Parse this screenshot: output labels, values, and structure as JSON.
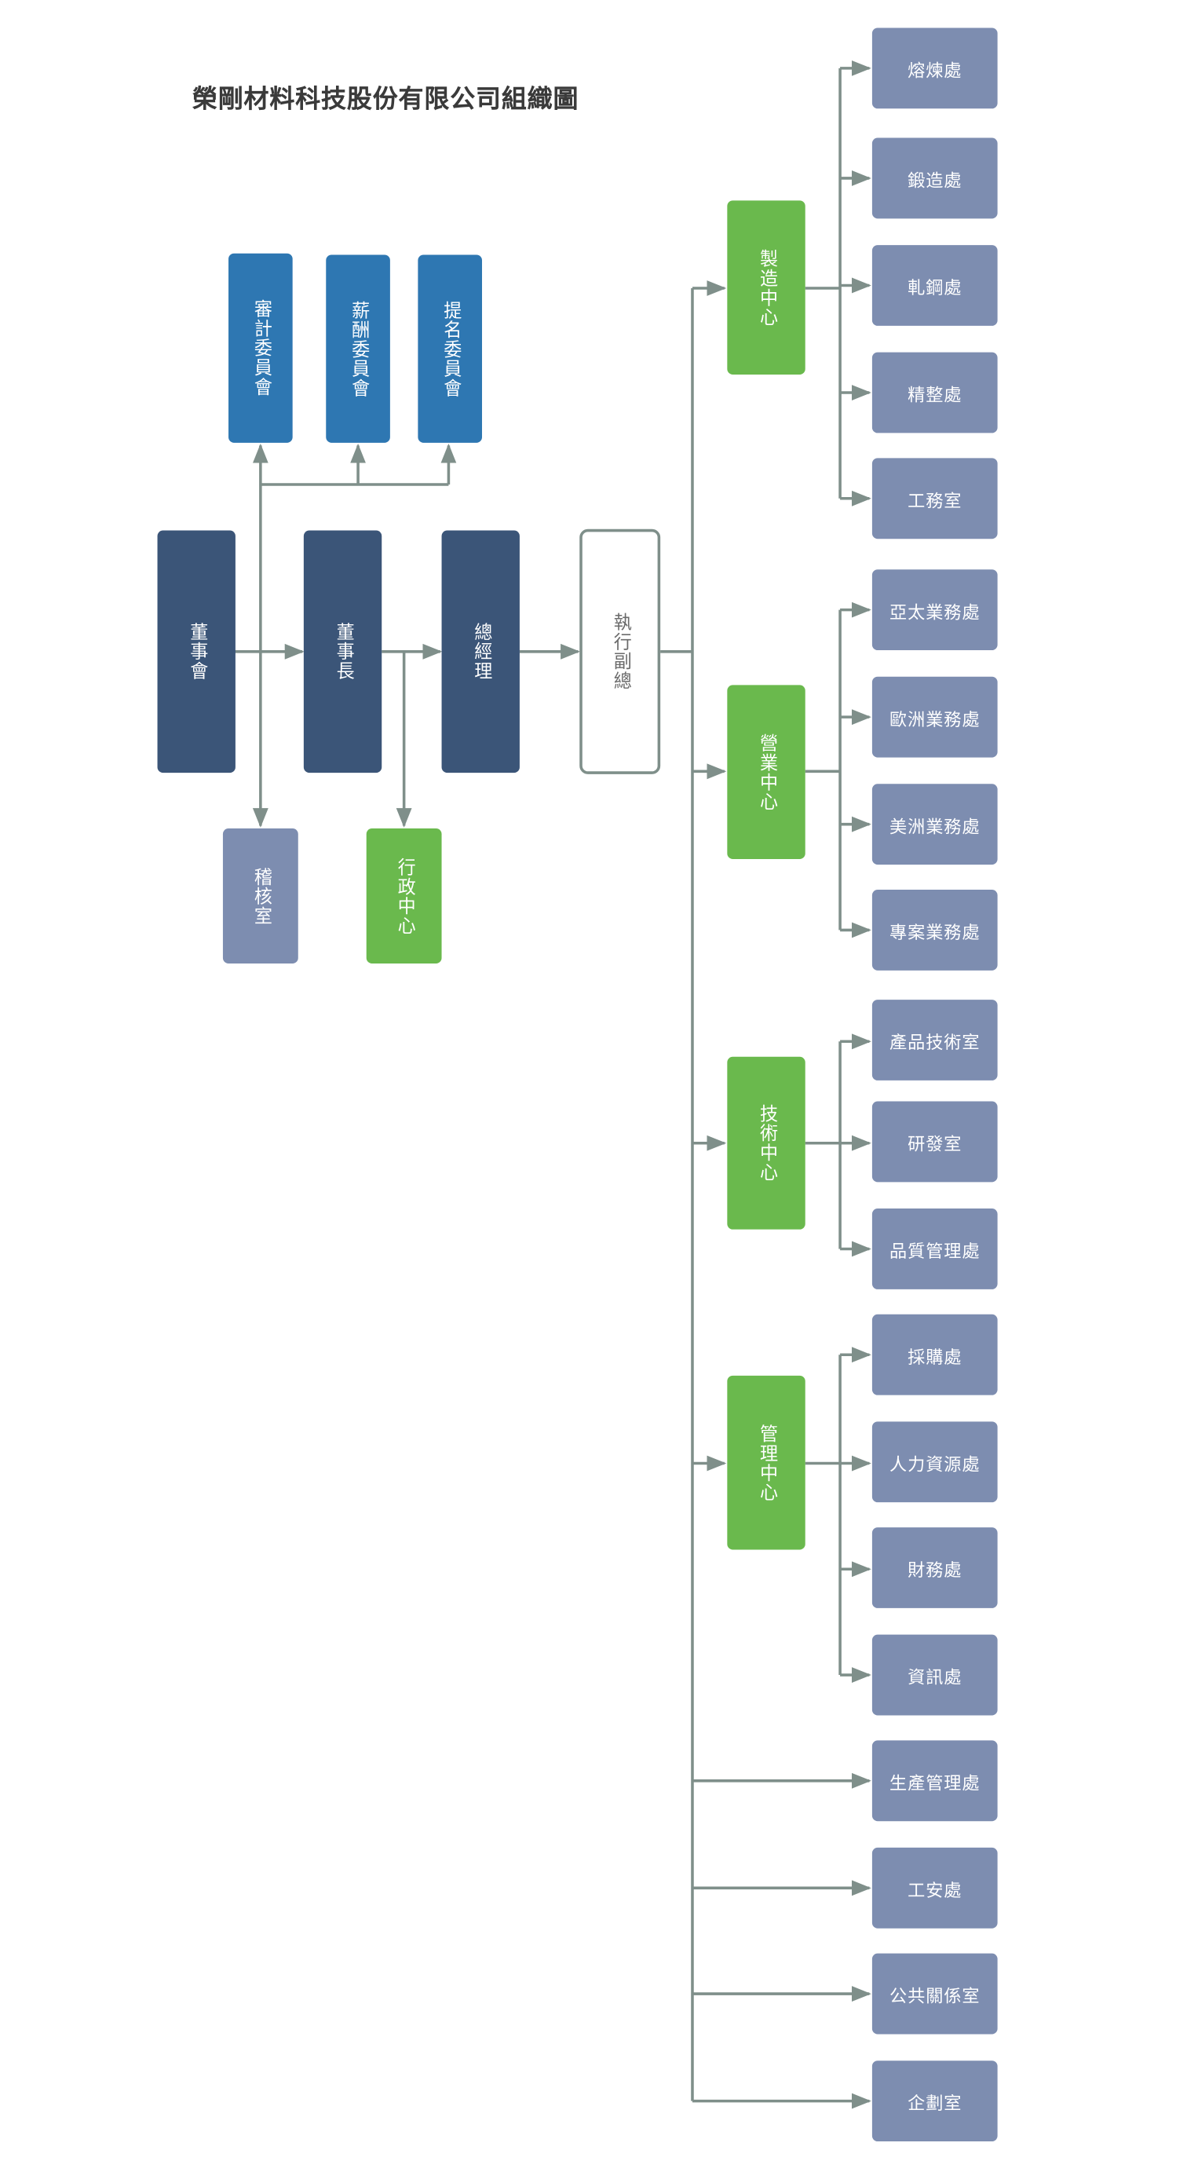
{
  "title": "榮剛材料科技股份有限公司組織圖",
  "top": {
    "board": "董事會",
    "chairman": "董事長",
    "president": "總經理",
    "evp": "執行副總",
    "audit_office": "稽核室",
    "admin_center": "行政中心"
  },
  "committees": [
    "審計委員會",
    "薪酬委員會",
    "提名委員會"
  ],
  "centers": [
    {
      "name": "製造中心",
      "units": [
        "熔煉處",
        "鍛造處",
        "軋鋼處",
        "精整處",
        "工務室"
      ]
    },
    {
      "name": "營業中心",
      "units": [
        "亞太業務處",
        "歐洲業務處",
        "美洲業務處",
        "專案業務處"
      ]
    },
    {
      "name": "技術中心",
      "units": [
        "產品技術室",
        "研發室",
        "品質管理處"
      ]
    },
    {
      "name": "管理中心",
      "units": [
        "採購處",
        "人力資源處",
        "財務處",
        "資訊處"
      ]
    }
  ],
  "direct_units": [
    "生產管理處",
    "工安處",
    "公共關係室",
    "企劃室"
  ],
  "colors": {
    "governance": "#3b5578",
    "committee": "#2e77b2",
    "department": "#7d8db0",
    "center": "#6ab94d",
    "connector": "#7f8f8a"
  }
}
